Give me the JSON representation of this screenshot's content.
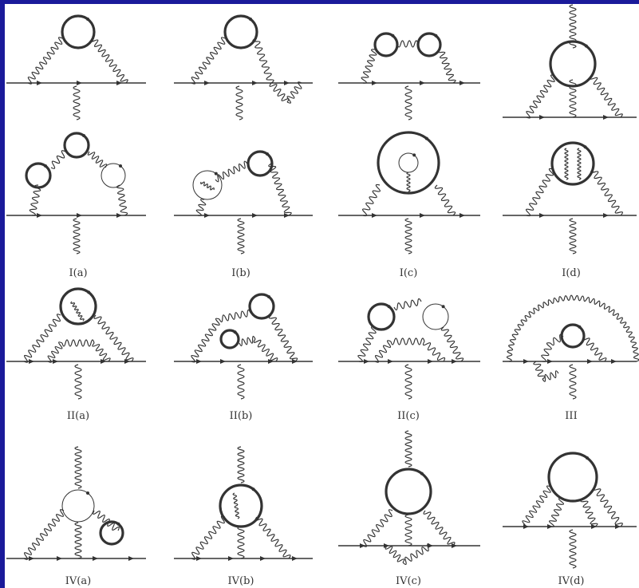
{
  "captions": [
    "I(a)",
    "I(b)",
    "I(c)",
    "I(d)",
    "II(a)",
    "II(b)",
    "II(c)",
    "III",
    "IV(a)",
    "IV(b)",
    "IV(c)",
    "IV(d)"
  ],
  "colors": {
    "background": "#1a1a9a",
    "panel": "#ffffff",
    "line": "#333333"
  }
}
